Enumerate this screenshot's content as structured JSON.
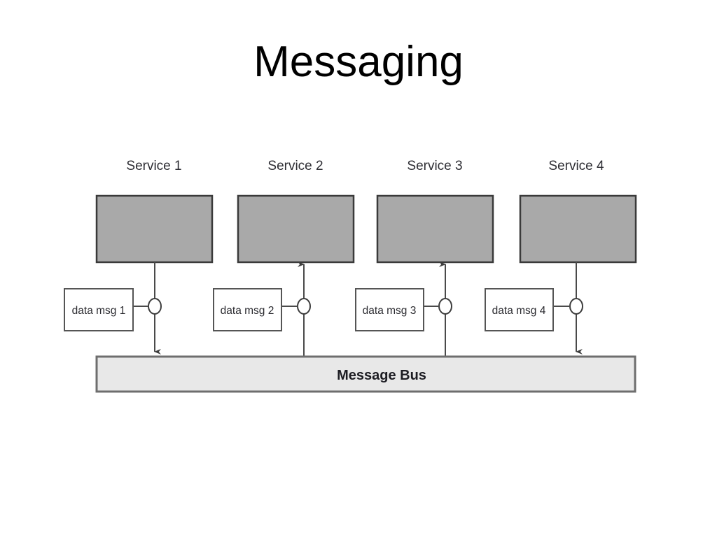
{
  "slide": {
    "title": "Messaging",
    "background_color": "#ffffff"
  },
  "diagram": {
    "type": "message-bus-architecture",
    "colors": {
      "service_fill": "#a9a9a9",
      "service_stroke": "#3a3a3a",
      "msg_fill": "#ffffff",
      "msg_stroke": "#555555",
      "bus_fill": "#e8e8e8",
      "bus_stroke": "#6e6e6e",
      "connector": "#4a4a4a",
      "label_text": "#2d2d33"
    },
    "services": [
      {
        "label": "Service 1",
        "message": "data msg 1",
        "direction": "publish"
      },
      {
        "label": "Service 2",
        "message": "data msg 2",
        "direction": "subscribe"
      },
      {
        "label": "Service 3",
        "message": "data msg 3",
        "direction": "subscribe"
      },
      {
        "label": "Service 4",
        "message": "data msg 4",
        "direction": "publish"
      }
    ],
    "bus": {
      "label": "Message Bus"
    }
  }
}
